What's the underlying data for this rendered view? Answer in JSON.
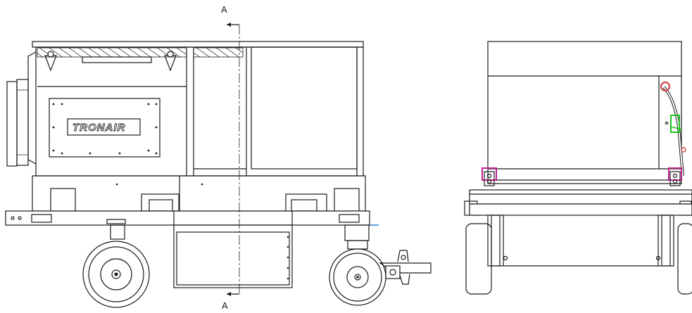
{
  "drawing": {
    "section_marker_top": "A",
    "section_marker_bottom": "A",
    "brand_logo_text": "TRONAIR",
    "highlight_colors": {
      "magenta": "#c0208f",
      "green": "#22c322",
      "red": "#d14a4a",
      "blue": "#2a7fd4"
    }
  }
}
